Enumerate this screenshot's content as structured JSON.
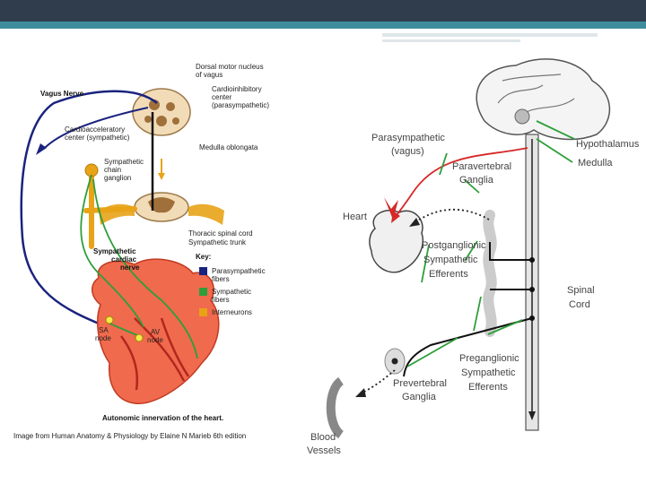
{
  "slide": {
    "left_figure": {
      "labels": {
        "vagus_nerve": "Vagus Nerve",
        "dorsal_motor": [
          "Dorsal motor nucleus",
          "of vagus"
        ],
        "cardioinhibitory": [
          "Cardioinhibitory",
          "center",
          "(parasympathetic)"
        ],
        "cardioacceleratory": [
          "Cardioacceleratory",
          "center (sympathetic)"
        ],
        "medulla_oblongata": "Medulla oblongata",
        "sympathetic_chain": [
          "Sympathetic",
          "chain",
          "ganglion"
        ],
        "thoracic_cord": "Thoracic spinal cord",
        "sympathetic_trunk": "Sympathetic trunk",
        "cardiac_nerve": [
          "Sympathetic",
          "cardiac",
          "nerve"
        ],
        "sa_node": [
          "SA",
          "node"
        ],
        "av_node": [
          "AV",
          "node"
        ],
        "key_title": "Key:",
        "key_items": [
          {
            "label": [
              "Parasympathetic",
              "fibers"
            ],
            "color": "#1a237e"
          },
          {
            "label": [
              "Sympathetic",
              "fibers"
            ],
            "color": "#2e9e3a"
          },
          {
            "label": [
              "Interneurons"
            ],
            "color": "#e8a317"
          }
        ],
        "caption": "Autonomic innervation of the heart.",
        "credit": "Image from Human Anatomy & Physiology by Elaine N Marieb 6th edition"
      }
    },
    "right_figure": {
      "labels": {
        "parasympathetic": [
          "Parasympathetic",
          "(vagus)"
        ],
        "hypothalamus": "Hypothalamus",
        "medulla": "Medulla",
        "paravertebral": [
          "Paravertebral",
          "Ganglia"
        ],
        "heart": "Heart",
        "postganglionic": [
          "Postganglionic",
          "Sympathetic",
          "Efferents"
        ],
        "spinal_cord": [
          "Spinal",
          "Cord"
        ],
        "prevertebral": [
          "Prevertebral",
          "Ganglia"
        ],
        "preganglionic": [
          "Preganglionic",
          "Sympathetic",
          "Efferents"
        ],
        "blood_vessels": [
          "Blood",
          "Vessels"
        ]
      }
    }
  }
}
